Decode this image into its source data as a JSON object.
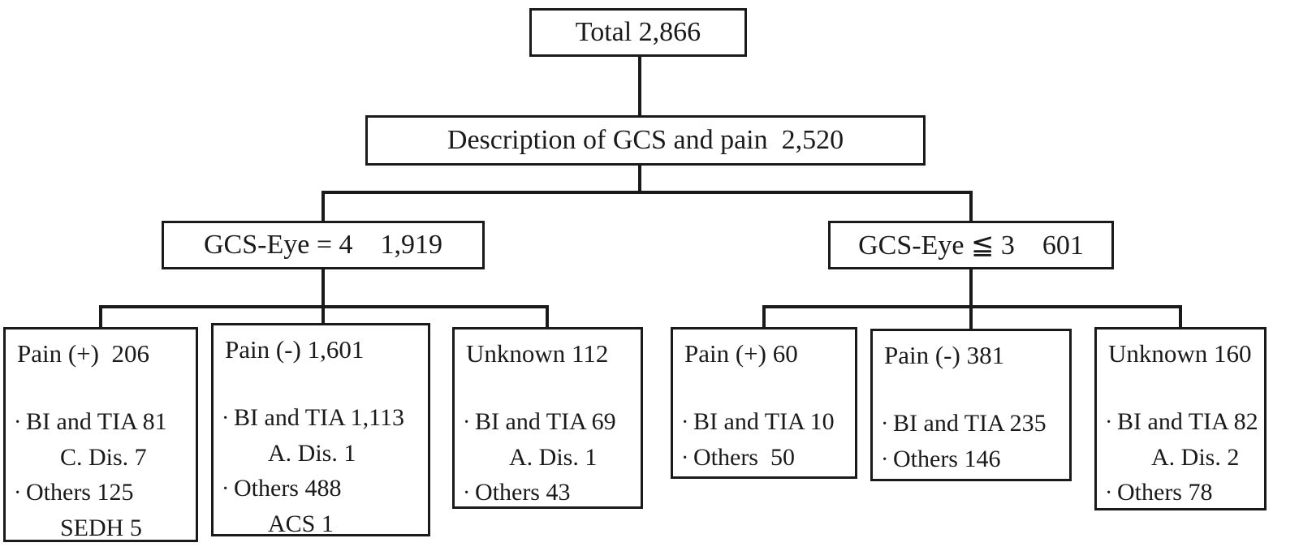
{
  "title": "Patient flow diagram",
  "colors": {
    "background": "#ffffff",
    "line": "#1a1a1a",
    "text": "#1a1a1a"
  },
  "tree": {
    "root": {
      "label": "Total 2,866"
    },
    "description": {
      "label": "Description of GCS and pain  2,520"
    },
    "branches": [
      {
        "label": "GCS-Eye = 4    1,919",
        "children": [
          {
            "title": "Pain (+)  206",
            "lines": [
              {
                "marker": "·",
                "text": "BI and TIA 81"
              },
              {
                "marker": "",
                "text": "C. Dis. 7"
              },
              {
                "marker": "·",
                "text": "Others 125"
              },
              {
                "marker": "",
                "text": "SEDH 5"
              }
            ]
          },
          {
            "title": "Pain (-) 1,601",
            "lines": [
              {
                "marker": "·",
                "text": "BI and TIA 1,113"
              },
              {
                "marker": "",
                "text": "A. Dis. 1"
              },
              {
                "marker": "·",
                "text": "Others 488"
              },
              {
                "marker": "",
                "text": "ACS 1"
              }
            ]
          },
          {
            "title": "Unknown 112",
            "lines": [
              {
                "marker": "·",
                "text": "BI and TIA 69"
              },
              {
                "marker": "",
                "text": "A. Dis. 1"
              },
              {
                "marker": "·",
                "text": "Others 43"
              }
            ]
          }
        ]
      },
      {
        "label": "GCS-Eye ≦ 3    601",
        "children": [
          {
            "title": "Pain (+) 60",
            "lines": [
              {
                "marker": "·",
                "text": "BI and TIA 10"
              },
              {
                "marker": "·",
                "text": "Others  50"
              }
            ]
          },
          {
            "title": "Pain (-) 381",
            "lines": [
              {
                "marker": "·",
                "text": "BI and TIA 235"
              },
              {
                "marker": "·",
                "text": "Others 146"
              }
            ]
          },
          {
            "title": "Unknown 160",
            "lines": [
              {
                "marker": "·",
                "text": "BI and TIA 82"
              },
              {
                "marker": "",
                "text": "A. Dis. 2"
              },
              {
                "marker": "·",
                "text": "Others 78"
              }
            ]
          }
        ]
      }
    ]
  }
}
